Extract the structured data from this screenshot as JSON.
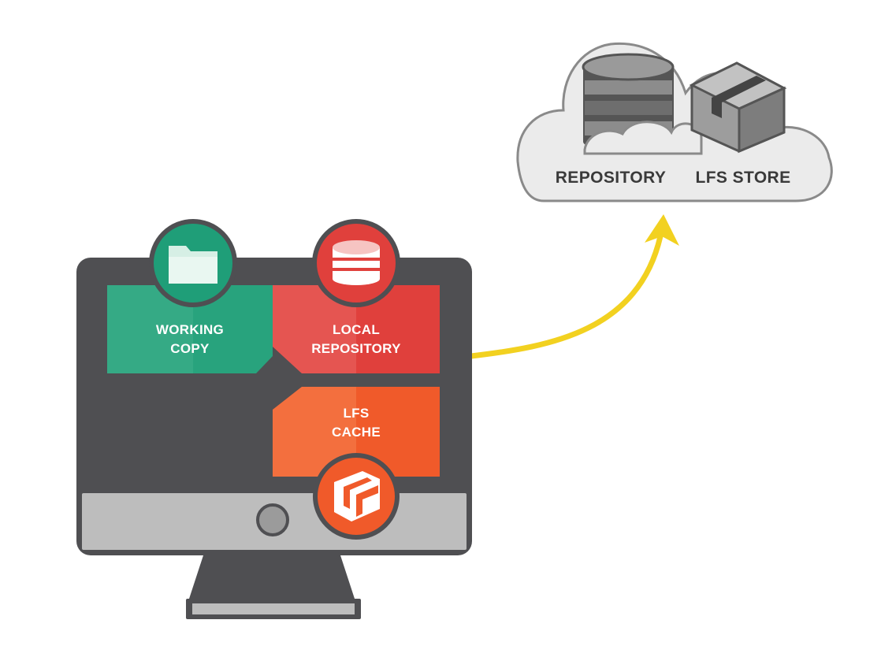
{
  "cloud": {
    "repository_label": "REPOSITORY",
    "lfs_store_label": "LFS STORE"
  },
  "computer": {
    "working_copy_line1": "WORKING",
    "working_copy_line2": "COPY",
    "local_repo_line1": "LOCAL",
    "local_repo_line2": "REPOSITORY",
    "lfs_cache_line1": "LFS",
    "lfs_cache_line2": "CACHE"
  },
  "colors": {
    "working_copy": "#1f9e78",
    "local_repository": "#e0403c",
    "lfs_cache": "#f05a2a",
    "arrow": "#f2d120",
    "monitor": "#4f4f52"
  },
  "icons": {
    "working_copy": "folder-icon",
    "local_repository": "database-icon",
    "lfs_cache": "lfs-box-icon",
    "cloud_repository": "database-icon",
    "cloud_lfs_store": "box-icon"
  }
}
